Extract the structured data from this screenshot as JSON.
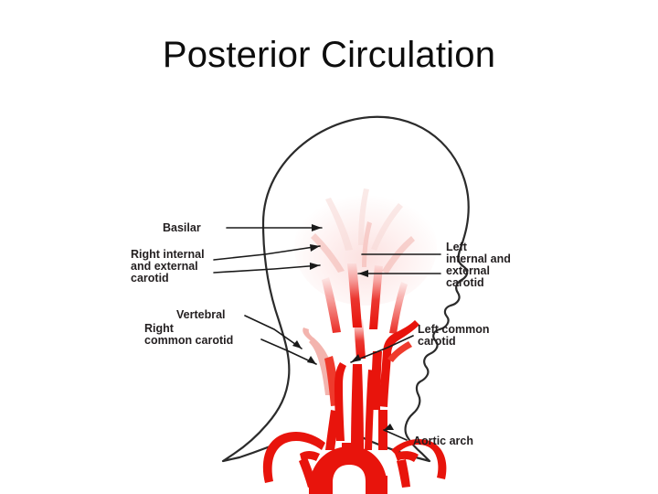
{
  "slide": {
    "title": "Posterior Circulation",
    "background_color": "#ffffff",
    "title_color": "#0d0d0d"
  },
  "figure": {
    "name": "head-and-neck-arterial-anatomy-diagram",
    "description": "Lateral profile of a head facing right with the cerebral and neck arteries shown in red rising from the aortic arch",
    "colors": {
      "artery_red": "#e8140c",
      "artery_mid_red": "#ef3a2c",
      "artery_faint": "#f3b4ae",
      "outline": "#2b2b2b",
      "label_text": "#231f20",
      "leader_line": "#1a1a1a"
    },
    "labels": [
      {
        "id": "basilar",
        "lines": [
          "Basilar"
        ],
        "side": "left"
      },
      {
        "id": "right-internal-and-external-carotid",
        "lines": [
          "Right internal",
          "and external",
          "carotid"
        ],
        "side": "left"
      },
      {
        "id": "vertebral",
        "lines": [
          "Vertebral"
        ],
        "side": "left"
      },
      {
        "id": "right-common-carotid",
        "lines": [
          "Right",
          "common carotid"
        ],
        "side": "left"
      },
      {
        "id": "left-internal-and-external-carotid",
        "lines": [
          "Left",
          "internal and",
          "external",
          "carotid"
        ],
        "side": "right"
      },
      {
        "id": "left-common-carotid",
        "lines": [
          "Left common",
          "carotid"
        ],
        "side": "right"
      },
      {
        "id": "aortic-arch",
        "lines": [
          "Aortic arch"
        ],
        "side": "right"
      }
    ]
  }
}
